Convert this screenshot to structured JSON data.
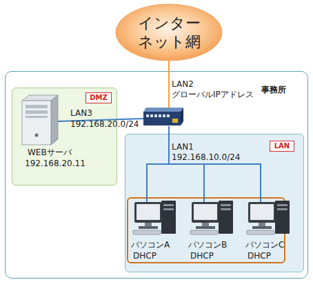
{
  "diagram": {
    "nodes": [
      {
        "text": [
          "インター ネット網"
        ]
      },
      {
        "text": [
          "事務所"
        ]
      },
      {
        "text": [
          "DMZ"
        ],
        "in": 1
      },
      {
        "text": [
          "LAN"
        ],
        "in": 1
      }
    ],
    "labels": [
      "LAN2",
      "グローバルIPアドレス",
      "LAN3",
      "192.168.20.0/24",
      "WEBサーバ",
      "192.168.20.11",
      "LAN1",
      "192.168.10.0/24",
      "パソコンA",
      "DHCP",
      "パソコンB",
      "DHCP",
      "パソコンC",
      "DHCP"
    ]
  }
}
